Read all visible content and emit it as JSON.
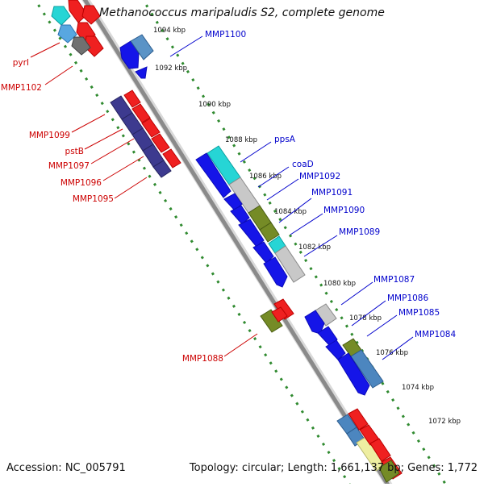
{
  "map": {
    "title": "Methanococcus maripaludis S2, complete genome",
    "accession_label": "Accession: NC_005791",
    "topology_label": "Topology: circular; Length: 1,661,137 bp; Genes: 1,772",
    "colors": {
      "backbone": "#8a8a8a",
      "tick": "#1f8a1f",
      "label_left": "#cc0000",
      "label_right": "#0000cc",
      "leader_left": "#cc0000",
      "leader_right": "#0000cc"
    },
    "scale_labels": [
      {
        "text": "1094 kbp"
      },
      {
        "text": "1092 kbp"
      },
      {
        "text": "1090 kbp"
      },
      {
        "text": "1088 kbp"
      },
      {
        "text": "1086 kbp"
      },
      {
        "text": "1084 kbp"
      },
      {
        "text": "1082 kbp"
      },
      {
        "text": "1080 kbp"
      },
      {
        "text": "1078 kbp"
      },
      {
        "text": "1076 kbp"
      },
      {
        "text": "1074 kbp"
      },
      {
        "text": "1072 kbp"
      }
    ],
    "left_labels": [
      {
        "text": "pyrI"
      },
      {
        "text": "MMP1102"
      },
      {
        "text": "MMP1099"
      },
      {
        "text": "pstB"
      },
      {
        "text": "MMP1097"
      },
      {
        "text": "MMP1096"
      },
      {
        "text": "MMP1095"
      },
      {
        "text": "MMP1088"
      }
    ],
    "right_labels": [
      {
        "text": "MMP1100"
      },
      {
        "text": "ppsA"
      },
      {
        "text": "coaD"
      },
      {
        "text": "MMP1092"
      },
      {
        "text": "MMP1091"
      },
      {
        "text": "MMP1090"
      },
      {
        "text": "MMP1089"
      },
      {
        "text": "MMP1087"
      },
      {
        "text": "MMP1086"
      },
      {
        "text": "MMP1085"
      },
      {
        "text": "MMP1084"
      }
    ]
  }
}
